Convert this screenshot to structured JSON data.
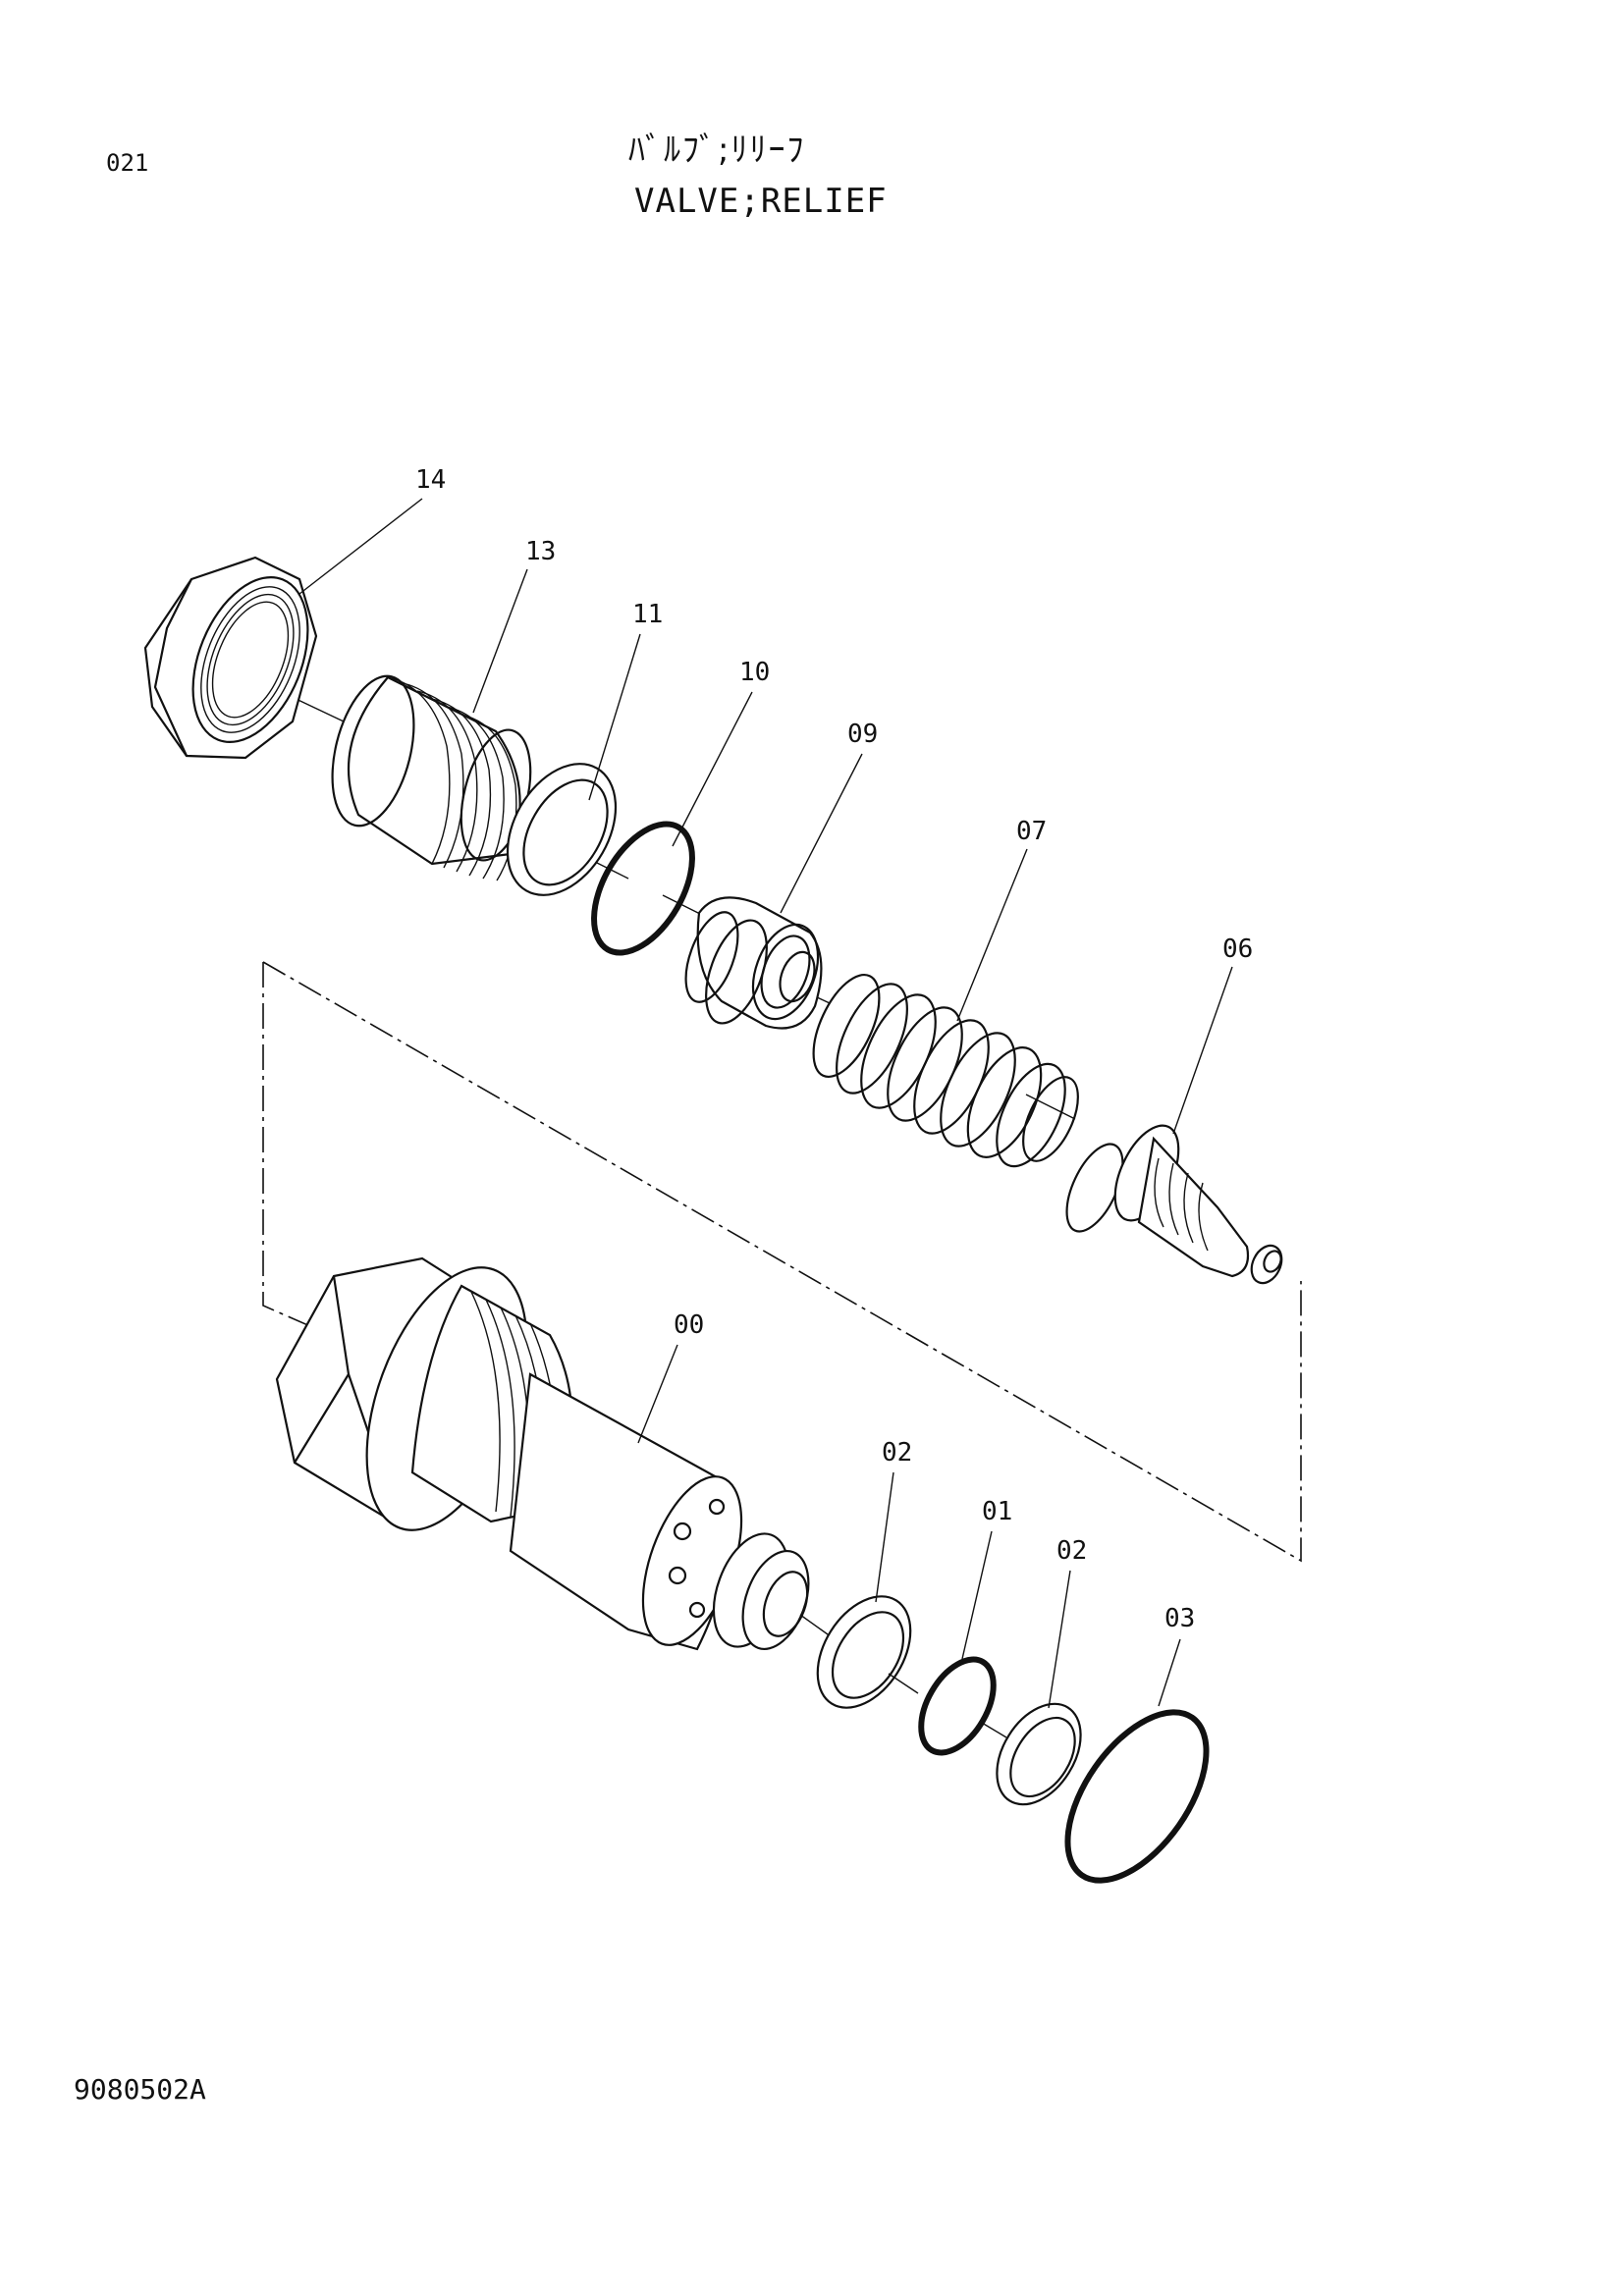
{
  "header": {
    "page_number": "021",
    "title_jp": "ﾊﾞﾙﾌﾞ;ﾘﾘｰﾌ",
    "title_en": "VALVE;RELIEF"
  },
  "callouts": [
    {
      "id": "14",
      "label": "14"
    },
    {
      "id": "13",
      "label": "13"
    },
    {
      "id": "11",
      "label": "11"
    },
    {
      "id": "10",
      "label": "10"
    },
    {
      "id": "09",
      "label": "09"
    },
    {
      "id": "07",
      "label": "07"
    },
    {
      "id": "06",
      "label": "06"
    },
    {
      "id": "00",
      "label": "00"
    },
    {
      "id": "02a",
      "label": "02"
    },
    {
      "id": "01",
      "label": "01"
    },
    {
      "id": "02b",
      "label": "02"
    },
    {
      "id": "03",
      "label": "03"
    }
  ],
  "footer": {
    "drawing_code": "9080502A"
  }
}
